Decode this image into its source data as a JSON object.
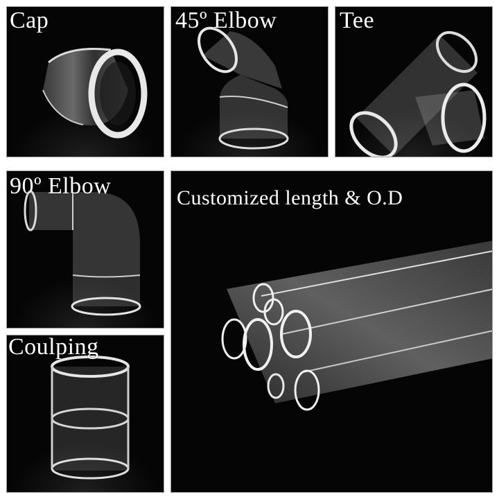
{
  "collage": {
    "background_color": "#ffffff",
    "panel_color": "#050505",
    "text_color": "#ffffff"
  },
  "panels": [
    {
      "id": "cap",
      "label": "Cap",
      "subject": "clear-pvc-cap"
    },
    {
      "id": "elbow45",
      "label": "45º Elbow",
      "subject": "clear-pvc-45-degree-elbow"
    },
    {
      "id": "tee",
      "label": "Tee",
      "subject": "clear-pvc-tee"
    },
    {
      "id": "elbow90",
      "label": "90º Elbow",
      "subject": "clear-pvc-90-degree-elbow"
    },
    {
      "id": "coupling",
      "label": "Coulping",
      "subject": "clear-pvc-coupling"
    },
    {
      "id": "tubes",
      "label": "Customized length & O.D",
      "subject": "bundle-of-clear-pvc-tubes"
    }
  ]
}
